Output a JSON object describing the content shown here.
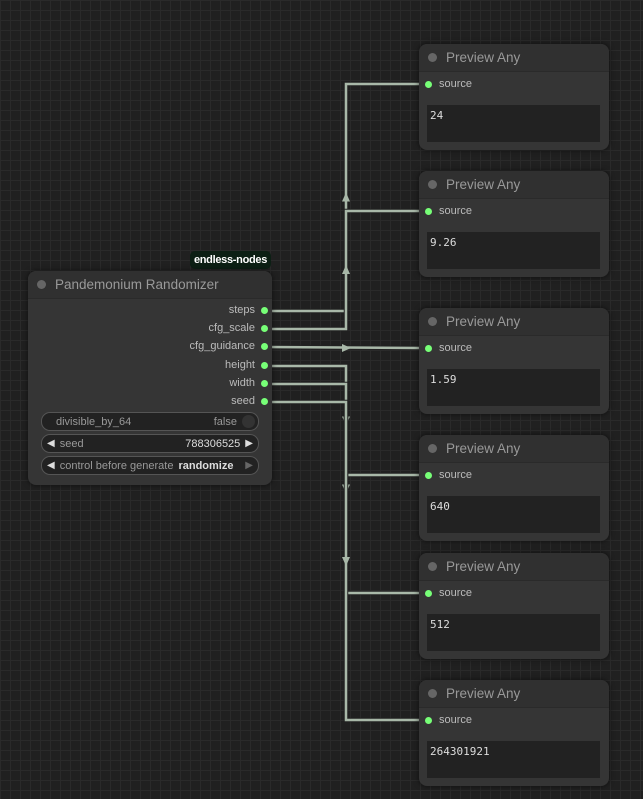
{
  "colors": {
    "link": "#a8b8a8",
    "socket": "#77ff77",
    "badge_bg": "#0c1f14"
  },
  "main_node": {
    "badge": "endless-nodes",
    "title": "Pandemonium Randomizer",
    "outputs": [
      "steps",
      "cfg_scale",
      "cfg_guidance",
      "height",
      "width",
      "seed"
    ],
    "widgets": {
      "divisible": {
        "label": "divisible_by_64",
        "value": "false"
      },
      "seed": {
        "label": "seed",
        "value": "788306525"
      },
      "control": {
        "label": "control before generate",
        "value": "randomize"
      }
    }
  },
  "preview_nodes": [
    {
      "title": "Preview Any",
      "input": "source",
      "value": "24"
    },
    {
      "title": "Preview Any",
      "input": "source",
      "value": "9.26"
    },
    {
      "title": "Preview Any",
      "input": "source",
      "value": "1.59"
    },
    {
      "title": "Preview Any",
      "input": "source",
      "value": "640"
    },
    {
      "title": "Preview Any",
      "input": "source",
      "value": "512"
    },
    {
      "title": "Preview Any",
      "input": "source",
      "value": "264301921"
    }
  ]
}
